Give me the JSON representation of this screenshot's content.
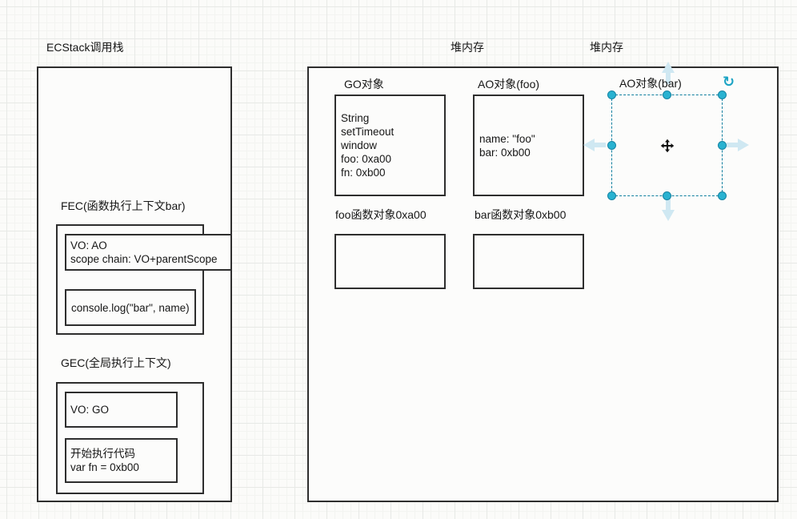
{
  "colors": {
    "accent": "#29b2d1",
    "directional_arrow": "#cfe8f2",
    "shape_line": "#2e2e2e"
  },
  "stack": {
    "title": "ECStack调用栈",
    "fec": {
      "label": "FEC(函数执行上下文bar)",
      "vo": {
        "line1": "VO: AO",
        "line2": "scope chain: VO+parentScope"
      },
      "code": "console.log(\"bar\", name)"
    },
    "gec": {
      "label": "GEC(全局执行上下文)",
      "vo": {
        "line1": "VO: GO"
      },
      "code": {
        "line1": "开始执行代码",
        "line2": "var fn = 0xb00"
      }
    }
  },
  "heap": {
    "title_left": "堆内存",
    "title_right": "堆内存",
    "go": {
      "label": "GO对象",
      "lines": [
        "String",
        "setTimeout",
        "window",
        "foo: 0xa00",
        "fn: 0xb00"
      ]
    },
    "ao_foo": {
      "label": "AO对象(foo)",
      "lines": [
        "name: \"foo\"",
        "bar: 0xb00"
      ]
    },
    "ao_bar": {
      "label": "AO对象(bar)"
    },
    "fn_foo": {
      "label": "foo函数对象0xa00"
    },
    "fn_bar": {
      "label": "bar函数对象0xb00"
    }
  },
  "selection": {
    "rotate_glyph": "↻"
  }
}
